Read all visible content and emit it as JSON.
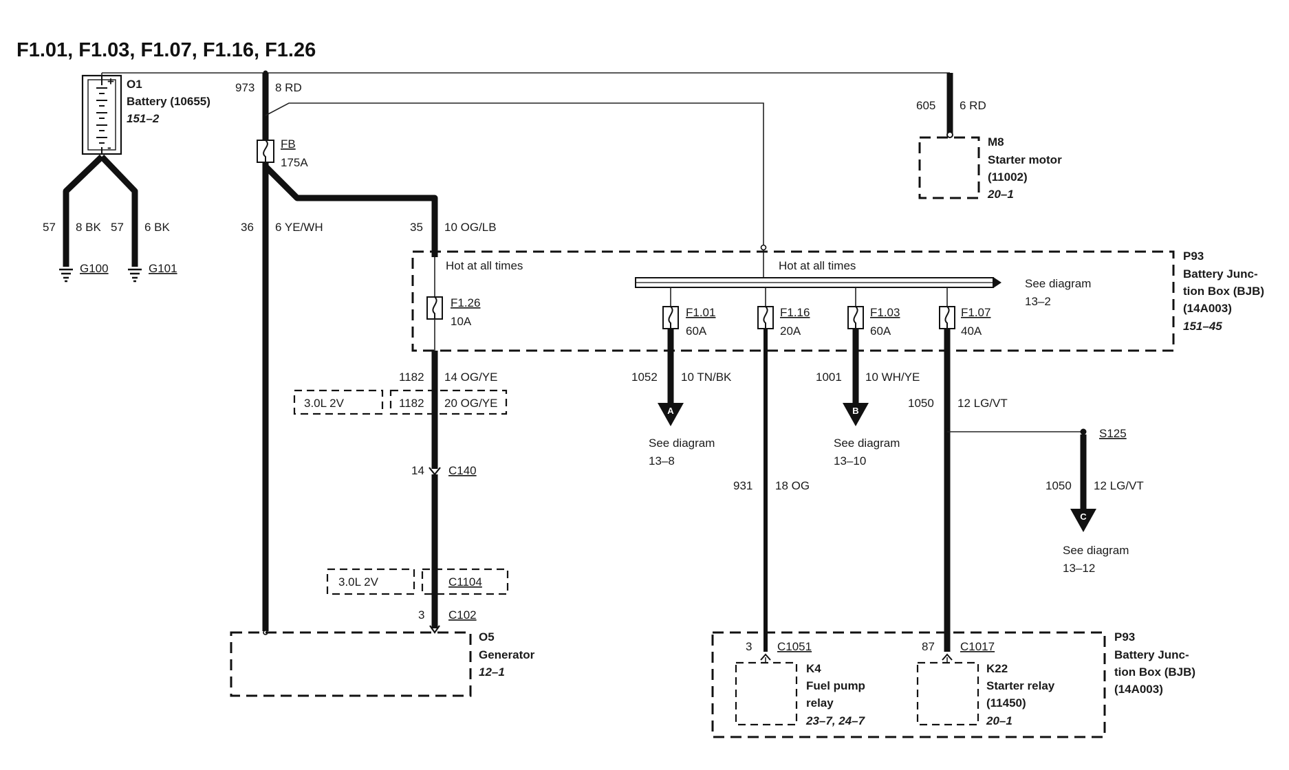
{
  "title": "F1.01, F1.03, F1.07, F1.16, F1.26",
  "battery": {
    "id": "O1",
    "name": "Battery (10655)",
    "ref": "151–2",
    "plus": "+",
    "minus": "-"
  },
  "ground_left": {
    "circuit": "57",
    "wire": "8 BK",
    "ground": "G100"
  },
  "ground_right": {
    "circuit": "57",
    "wire": "6 BK",
    "ground": "G101"
  },
  "main_feed": {
    "circuit": "973",
    "wire": "8 RD"
  },
  "fuse_fb": {
    "name": "FB",
    "rating": "175A"
  },
  "gen_feed": {
    "circuit": "36",
    "wire": "6 YE/WH"
  },
  "bjb_feed": {
    "circuit": "35",
    "wire": "10 OG/LB"
  },
  "starter_feed": {
    "circuit": "605",
    "wire": "6 RD"
  },
  "starter_motor": {
    "id": "M8",
    "line1": "Starter motor",
    "line2": "(11002)",
    "ref": "20–1"
  },
  "bjb_top": {
    "id": "P93",
    "line1": "Battery Junc-",
    "line2": "tion Box (BJB)",
    "line3": "(14A003)",
    "ref": "151–45",
    "hot_left": "Hot at all times",
    "hot_right": "Hot at all times",
    "see1": "See diagram",
    "see2": "13–2"
  },
  "fuses": [
    {
      "name": "F1.26",
      "rating": "10A"
    },
    {
      "name": "F1.01",
      "rating": "60A"
    },
    {
      "name": "F1.16",
      "rating": "20A"
    },
    {
      "name": "F1.03",
      "rating": "60A"
    },
    {
      "name": "F1.07",
      "rating": "40A"
    }
  ],
  "gen_circuit": {
    "circuit": "1182",
    "wire": "14 OG/YE",
    "opt_engine": "3.0L 2V",
    "opt_circuit": "1182",
    "opt_wire": "20 OG/YE",
    "c140_pin": "14",
    "c140": "C140",
    "opt2_engine": "3.0L 2V",
    "c1104": "C1104",
    "c102_pin": "3",
    "c102": "C102"
  },
  "generator": {
    "id": "O5",
    "name": "Generator",
    "ref": "12–1"
  },
  "out_a": {
    "circuit": "1052",
    "wire": "10 TN/BK",
    "letter": "A",
    "see1": "See diagram",
    "see2": "13–8"
  },
  "out_b": {
    "circuit": "1001",
    "wire": "10 WH/YE",
    "letter": "B",
    "see1": "See diagram",
    "see2": "13–10"
  },
  "fuel_circuit": {
    "circuit": "931",
    "wire": "18 OG",
    "pin": "3",
    "connector": "C1051"
  },
  "starter_circuit": {
    "circuit": "1050",
    "wire": "12 LG/VT",
    "pin": "87",
    "connector": "C1017"
  },
  "splice": {
    "name": "S125",
    "circuit": "1050",
    "wire": "12 LG/VT",
    "letter": "C",
    "see1": "See diagram",
    "see2": "13–12"
  },
  "relay_k4": {
    "id": "K4",
    "line1": "Fuel pump",
    "line2": "relay",
    "ref": "23–7, 24–7"
  },
  "relay_k22": {
    "id": "K22",
    "line1": "Starter relay",
    "line2": "(11450)",
    "ref": "20–1"
  },
  "bjb_bottom": {
    "id": "P93",
    "line1": "Battery Junc-",
    "line2": "tion Box (BJB)",
    "line3": "(14A003)"
  }
}
